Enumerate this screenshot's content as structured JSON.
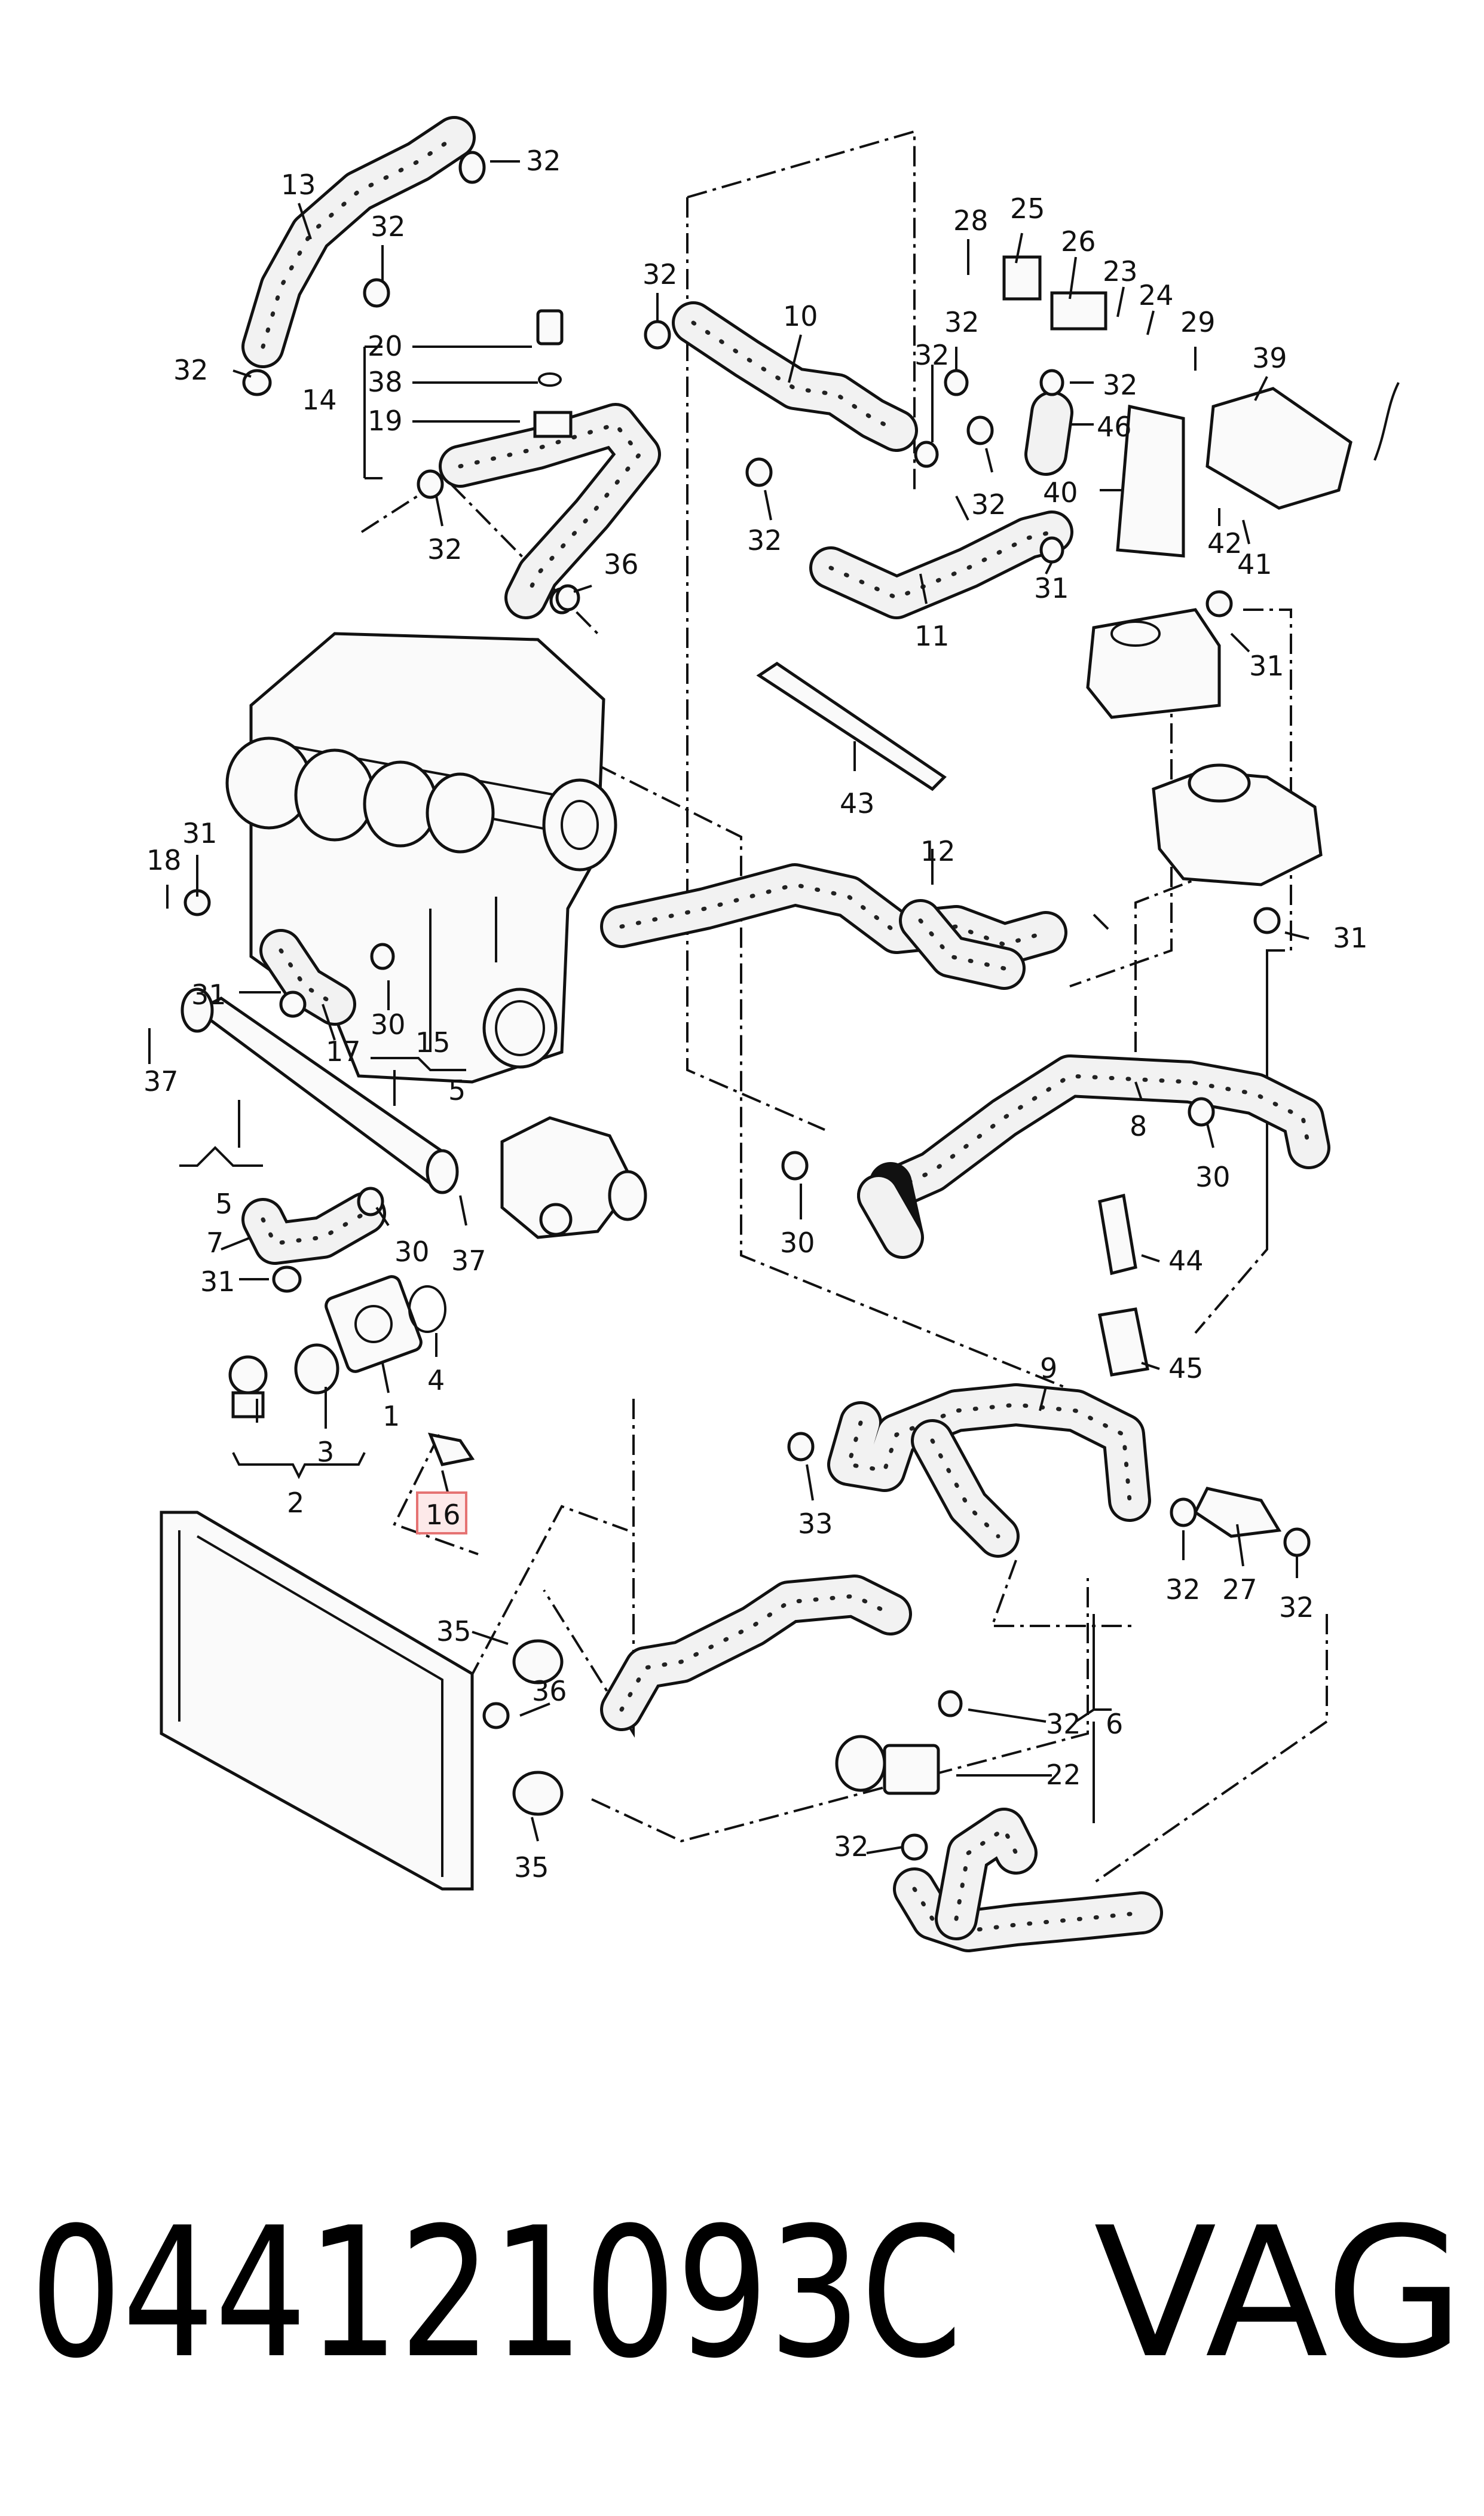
{
  "callouts": {
    "c13": "13",
    "c32_a": "32",
    "c32_b": "32",
    "c32_c": "32",
    "c14": "14",
    "c20": "20",
    "c38": "38",
    "c19": "19",
    "c32_d": "32",
    "c36_a": "36",
    "c32_e": "32",
    "c10": "10",
    "c32_f": "32",
    "c32_g": "32",
    "c32_h": "32",
    "c28": "28",
    "c25": "25",
    "c26": "26",
    "c23": "23",
    "c24": "24",
    "c29": "29",
    "c39": "39",
    "c32_i": "32",
    "c46": "46",
    "c32_j": "32",
    "c40": "40",
    "c42": "42",
    "c41": "41",
    "c31_a": "31",
    "c11": "11",
    "c31_b": "31",
    "c43": "43",
    "c18": "18",
    "c31_c": "31",
    "c31_d": "31",
    "c30_a": "30",
    "c17": "17",
    "c15": "15",
    "c5_a": "5",
    "c37_a": "37",
    "c5_b": "5",
    "c7": "7",
    "c31_e": "31",
    "c30_b": "30",
    "c37_b": "37",
    "c4": "4",
    "c1": "1",
    "c3": "3",
    "c2": "2",
    "c16": "16",
    "c12": "12",
    "c31_f": "31",
    "c8": "8",
    "c30_c": "30",
    "c30_d": "30",
    "c44": "44",
    "c45": "45",
    "c9": "9",
    "c33": "33",
    "c32_k": "32",
    "c27": "27",
    "c32_l": "32",
    "c35_a": "35",
    "c36_b": "36",
    "c35_b": "35",
    "c32_m": "32",
    "c6": "6",
    "c22": "22",
    "c32_n": "32"
  },
  "highlight": {
    "part": "16",
    "color": "#e57373"
  },
  "footer": {
    "part_number": "044121093C",
    "brand": "VAG"
  }
}
